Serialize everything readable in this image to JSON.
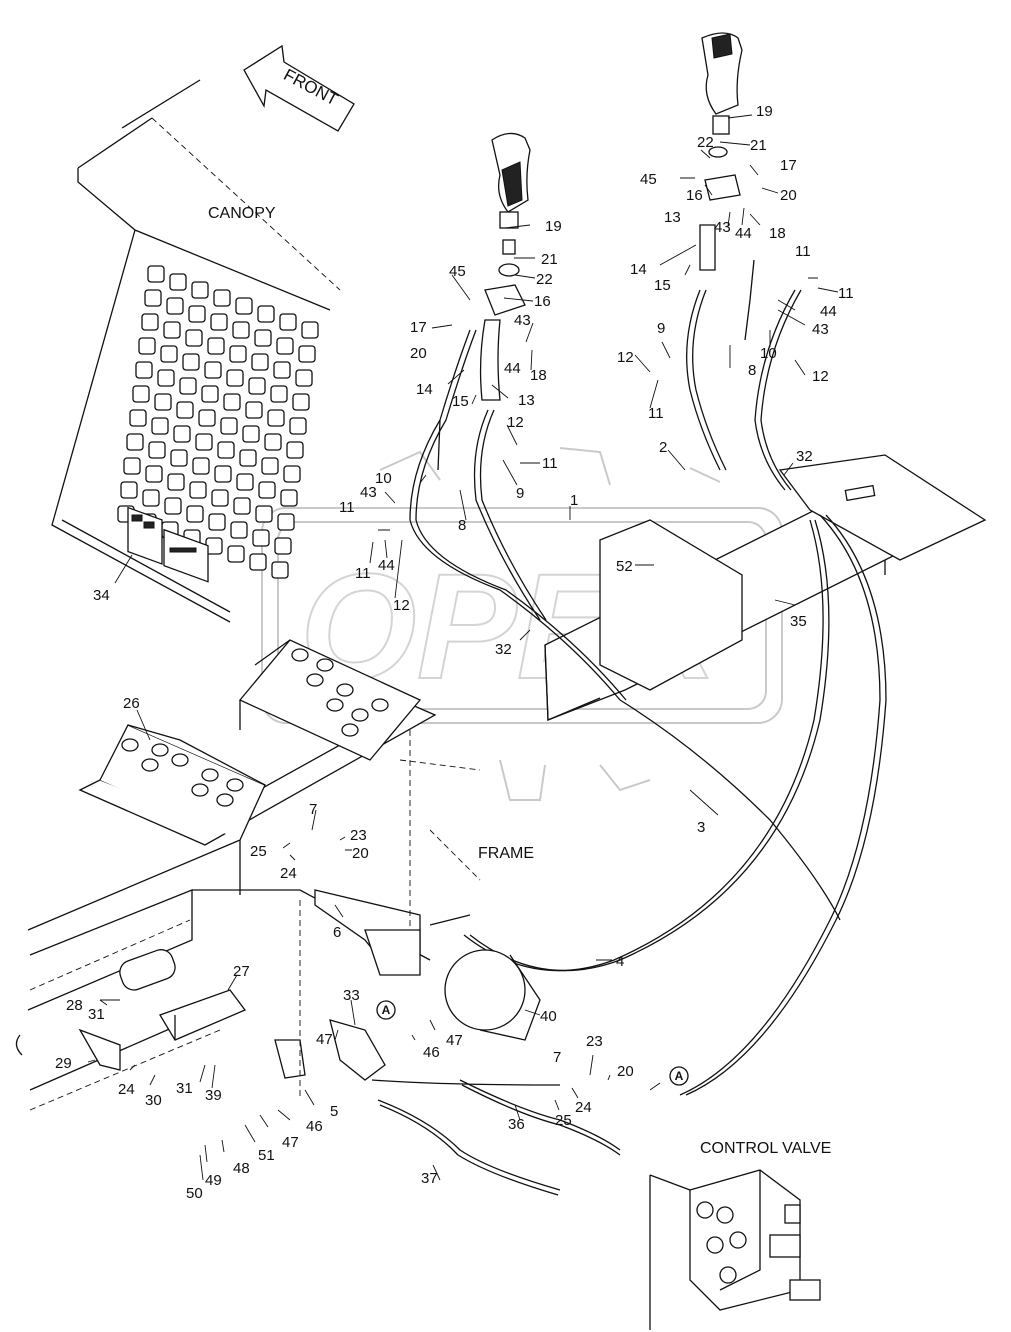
{
  "watermark": "OPEX",
  "direction_label": "FRONT",
  "area_labels": {
    "canopy": "CANOPY",
    "frame": "FRAME",
    "control_valve": "CONTROL VALVE"
  },
  "reference_marker": "A",
  "callouts": {
    "c1": "1",
    "c2": "2",
    "c3": "3",
    "c4": "4",
    "c5": "5",
    "c6": "6",
    "c7a": "7",
    "c7b": "7",
    "c8a": "8",
    "c8b": "8",
    "c9a": "9",
    "c9b": "9",
    "c10a": "10",
    "c10b": "10",
    "c11a": "11",
    "c11b": "11",
    "c11c": "11",
    "c11d": "11",
    "c11e": "11",
    "c11f": "11",
    "c12a": "12",
    "c12b": "12",
    "c12c": "12",
    "c12d": "12",
    "c13a": "13",
    "c13b": "13",
    "c14a": "14",
    "c14b": "14",
    "c15a": "15",
    "c15b": "15",
    "c16a": "16",
    "c16b": "16",
    "c17a": "17",
    "c17b": "17",
    "c18a": "18",
    "c18b": "18",
    "c19a": "19",
    "c19b": "19",
    "c20a": "20",
    "c20b": "20",
    "c20c": "20",
    "c20d": "20",
    "c21a": "21",
    "c21b": "21",
    "c22a": "22",
    "c22b": "22",
    "c23a": "23",
    "c23b": "23",
    "c24a": "24",
    "c24b": "24",
    "c24c": "24",
    "c25a": "25",
    "c25b": "25",
    "c26": "26",
    "c27": "27",
    "c28": "28",
    "c29": "29",
    "c30": "30",
    "c31a": "31",
    "c31b": "31",
    "c32a": "32",
    "c32b": "32",
    "c33": "33",
    "c34": "34",
    "c35": "35",
    "c36": "36",
    "c37": "37",
    "c39": "39",
    "c40": "40",
    "c43a": "43",
    "c43b": "43",
    "c43c": "43",
    "c43d": "43",
    "c44a": "44",
    "c44b": "44",
    "c44c": "44",
    "c44d": "44",
    "c45a": "45",
    "c45b": "45",
    "c46a": "46",
    "c46b": "46",
    "c47a": "47",
    "c47b": "47",
    "c47c": "47",
    "c48": "48",
    "c49": "49",
    "c50": "50",
    "c51": "51",
    "c52": "52"
  }
}
